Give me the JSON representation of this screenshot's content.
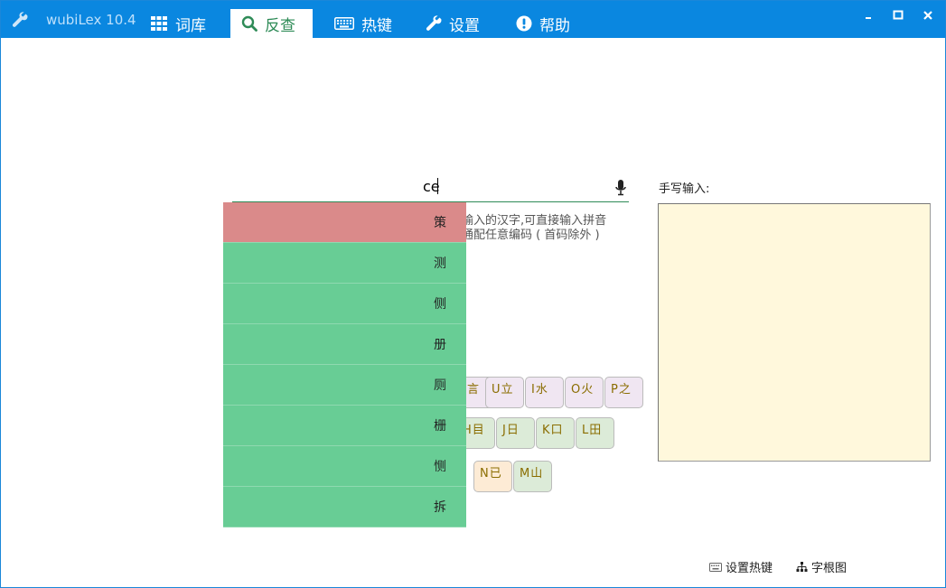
{
  "titlebar": {
    "app_title": "wubiLex 10.4",
    "tabs": [
      {
        "label": "词库",
        "icon": "grid-icon"
      },
      {
        "label": "反查",
        "icon": "search-icon",
        "active": true
      },
      {
        "label": "热键",
        "icon": "keyboard-icon"
      },
      {
        "label": "设置",
        "icon": "wrench-icon"
      },
      {
        "label": "帮助",
        "icon": "info-icon"
      }
    ],
    "window_controls": [
      "minimize",
      "maximize",
      "close"
    ]
  },
  "search": {
    "value": "ce"
  },
  "hint": {
    "line1": "输入的汉字,可直接输入拼音",
    "line2": "通配任意编码 ( 首码除外 )"
  },
  "candidates": [
    "策",
    "测",
    "侧",
    "册",
    "厕",
    "栅",
    "恻",
    "拆"
  ],
  "keys": {
    "row1": [
      "言",
      "U立",
      "I水",
      "O火",
      "P之"
    ],
    "row2": [
      "H目",
      "J日",
      "K口",
      "L田"
    ],
    "row3": [
      "N已",
      "M山"
    ]
  },
  "handwriting": {
    "label": "手写输入:"
  },
  "footer": {
    "hotkey_label": "设置热键",
    "radical_label": "字根图"
  },
  "colors": {
    "titlebar": "#0a87e0",
    "accent": "#2e8b57",
    "candidate": "#68cd95",
    "candidate_selected": "#da8a8a",
    "pad": "#fff8dc"
  }
}
